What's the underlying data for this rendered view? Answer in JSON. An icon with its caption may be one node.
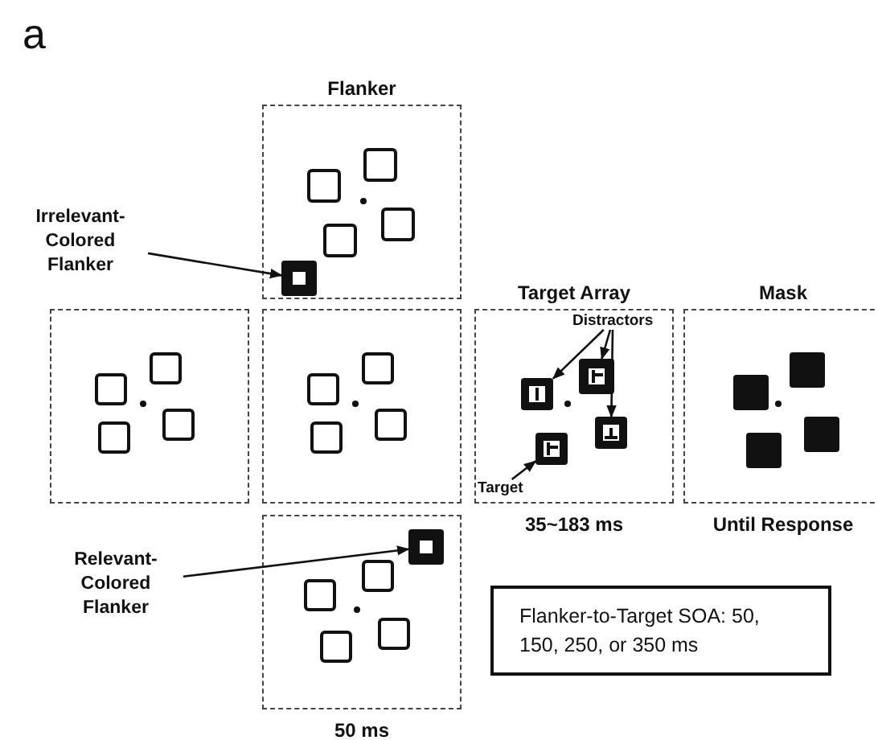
{
  "diagram": {
    "nodes": [
      {
        "text": [
          "Flanker"
        ]
      },
      {
        "text": [
          "Irrelevant- Colored Flanker"
        ]
      },
      {
        "text": [],
        "shape": "box",
        "in": 0
      },
      {
        "text": [],
        "shape": "box"
      },
      {
        "text": [],
        "shape": "box"
      },
      {
        "text": [
          "Target Array"
        ],
        "beside": [
          "35~183 ms"
        ]
      },
      {
        "text": [
          "Distractors"
        ],
        "in": 5
      },
      {
        "text": [],
        "shape": "box",
        "in": 5
      },
      {
        "text": [],
        "shape": "box",
        "in": 5
      },
      {
        "text": [],
        "shape": "box",
        "in": 5
      },
      {
        "text": [],
        "shape": "box",
        "in": 5
      },
      {
        "text": [
          "Target"
        ],
        "in": 5
      },
      {
        "text": [
          "Mask"
        ],
        "beside": [
          "Until Response"
        ]
      },
      {
        "text": [
          "Relevant- Colored Flanker"
        ]
      },
      {
        "text": [],
        "shape": "box",
        "beside": [
          "50 ms"
        ]
      },
      {
        "text": [],
        "shape": "box",
        "in": 14
      },
      {
        "text": [
          "Flanker-to-Target SOA: 50, 150, 250, or 350 ms"
        ]
      }
    ],
    "edges": [
      {
        "from": 1,
        "to": 2,
        "arrow": "to"
      },
      {
        "from": 6,
        "to": 7,
        "arrow": "to"
      },
      {
        "from": 6,
        "to": 8,
        "arrow": "to"
      },
      {
        "from": 6,
        "to": 9,
        "arrow": "to"
      },
      {
        "from": 11,
        "to": 10,
        "arrow": "to"
      },
      {
        "from": 13,
        "to": 15,
        "arrow": "to"
      }
    ],
    "labels": [
      "a"
    ]
  }
}
